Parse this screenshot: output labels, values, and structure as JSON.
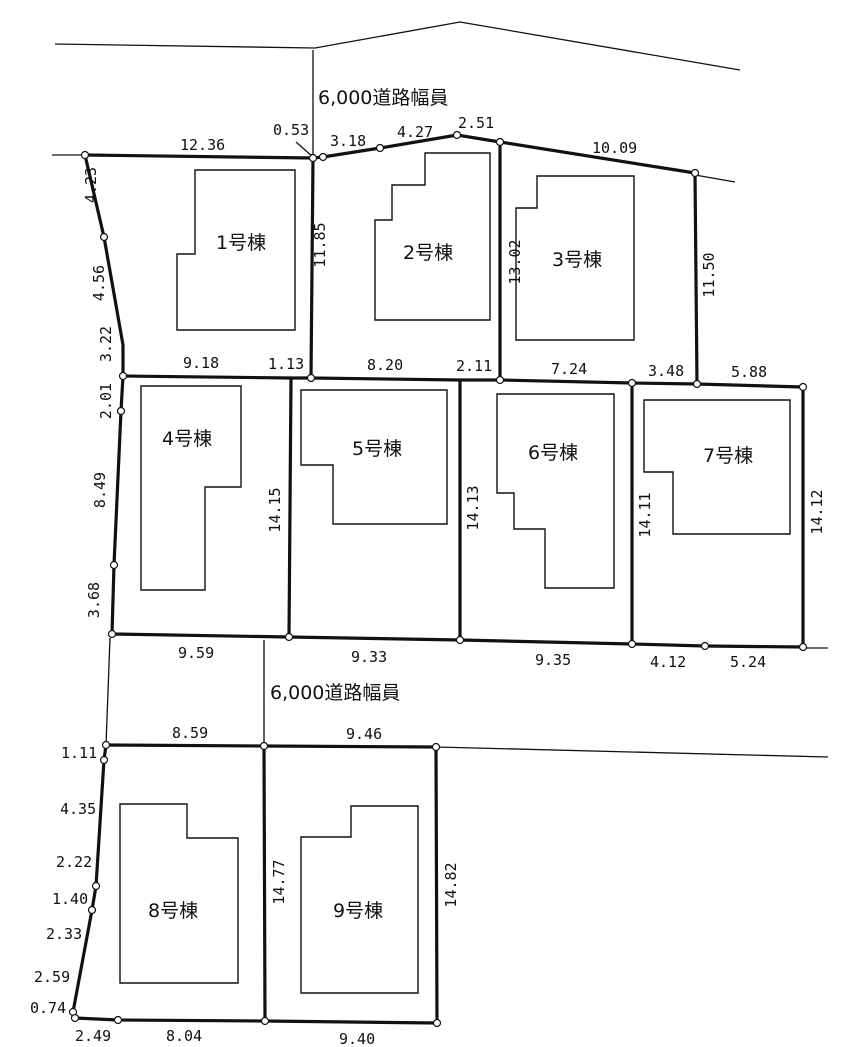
{
  "road": {
    "upper_label": "6,000道路幅員",
    "lower_label": "6,000道路幅員"
  },
  "buildings": [
    {
      "id": "b1",
      "label": "1号棟"
    },
    {
      "id": "b2",
      "label": "2号棟"
    },
    {
      "id": "b3",
      "label": "3号棟"
    },
    {
      "id": "b4",
      "label": "4号棟"
    },
    {
      "id": "b5",
      "label": "5号棟"
    },
    {
      "id": "b6",
      "label": "6号棟"
    },
    {
      "id": "b7",
      "label": "7号棟"
    },
    {
      "id": "b8",
      "label": "8号棟"
    },
    {
      "id": "b9",
      "label": "9号棟"
    }
  ],
  "dimensions": {
    "top_1": "12.36",
    "top_2": "0.53",
    "top_3": "3.18",
    "top_4": "4.27",
    "top_5": "2.51",
    "top_6": "10.09",
    "left_1": "4.23",
    "left_2": "4.56",
    "left_3": "3.22",
    "lot1_right": "11.85",
    "lot3_left": "13.02",
    "lot3_right": "11.50",
    "mid_1": "9.18",
    "mid_2": "1.13",
    "mid_3": "8.20",
    "mid_4": "2.11",
    "mid_5": "7.24",
    "mid_6": "3.48",
    "mid_7": "5.88",
    "left_4": "2.01",
    "left_5": "8.49",
    "left_6": "3.68",
    "lot4_right": "14.15",
    "lot6_left": "14.13",
    "lot7_left": "14.11",
    "lot7_right": "14.12",
    "bot_1": "9.59",
    "bot_2": "9.33",
    "bot_3": "9.35",
    "bot_4": "4.12",
    "bot_5": "5.24",
    "low_top_1": "8.59",
    "low_top_2": "9.46",
    "low_left_1": "1.11",
    "low_left_2": "4.35",
    "low_left_3": "2.22",
    "low_left_4": "1.40",
    "low_left_5": "2.33",
    "low_left_6": "2.59",
    "low_left_7": "0.74",
    "lot8_right": "14.77",
    "lot9_right": "14.82",
    "low_bot_1": "2.49",
    "low_bot_2": "8.04",
    "low_bot_3": "9.40"
  }
}
